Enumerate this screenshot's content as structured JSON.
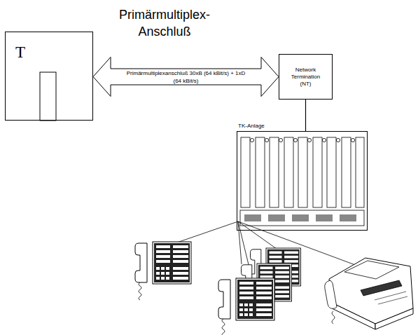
{
  "diagram": {
    "title": "Primärmultiplex- Anschluß",
    "nodes": [
      {
        "text": [
          "T"
        ]
      },
      {
        "text": [
          "Network Termination (NT)"
        ]
      },
      {
        "text": [
          "TK-Anlage"
        ]
      }
    ],
    "edges": [
      {
        "from": 0,
        "to": 1,
        "arrow": "both",
        "label": "Primärmultiplexanschluß 30xB (64 kBit/s) + 1xD (64 kBit/s)"
      },
      {
        "from": 1,
        "to": 2,
        "arrow": "none"
      }
    ]
  }
}
